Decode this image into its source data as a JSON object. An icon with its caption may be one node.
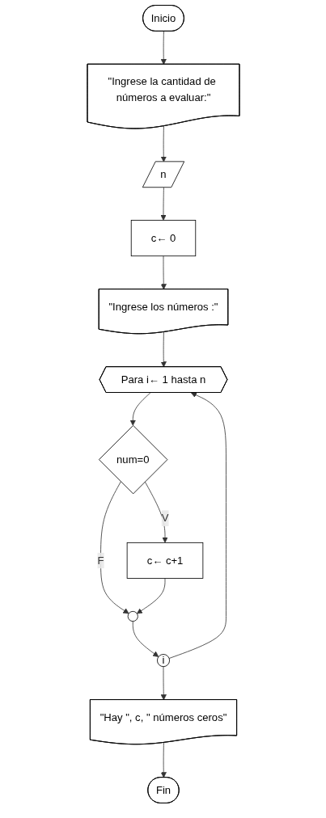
{
  "diagram": {
    "nodes": [
      {
        "text": [
          "Inicio"
        ]
      },
      {
        "text": [
          "\"Ingrese la cantidad de números a evaluar:\""
        ]
      },
      {
        "text": [
          "n"
        ]
      },
      {
        "text": [
          "c← 0"
        ]
      },
      {
        "text": [
          "\"Ingrese los números :\""
        ]
      },
      {
        "text": [
          "Para i← 1 hasta n"
        ]
      },
      {
        "text": [
          "num=0"
        ]
      },
      {
        "text": [
          "c← c+1"
        ]
      },
      {
        "text": [],
        "shape": "circle"
      },
      {
        "text": [
          "i"
        ]
      },
      {
        "text": [
          "\"Hay \", c, \" números ceros\""
        ]
      },
      {
        "text": [
          "Fin"
        ]
      }
    ],
    "edges": [
      {
        "from": 0,
        "to": 1,
        "arrow": "to"
      },
      {
        "from": 1,
        "to": 2,
        "arrow": "to"
      },
      {
        "from": 2,
        "to": 3,
        "arrow": "to"
      },
      {
        "from": 3,
        "to": 4,
        "arrow": "to"
      },
      {
        "from": 4,
        "to": 5,
        "arrow": "to"
      },
      {
        "from": 5,
        "to": 6,
        "arrow": "to"
      },
      {
        "from": 6,
        "to": 7,
        "label": "V",
        "arrow": "to"
      },
      {
        "from": 6,
        "to": 8,
        "label": "F",
        "arrow": "to"
      },
      {
        "from": 7,
        "to": 8,
        "arrow": "to"
      },
      {
        "from": 8,
        "to": 9,
        "arrow": "to"
      },
      {
        "from": 9,
        "to": 5,
        "arrow": "to"
      },
      {
        "from": 9,
        "to": 10,
        "arrow": "to"
      },
      {
        "from": 10,
        "to": 11,
        "arrow": "to"
      }
    ]
  }
}
